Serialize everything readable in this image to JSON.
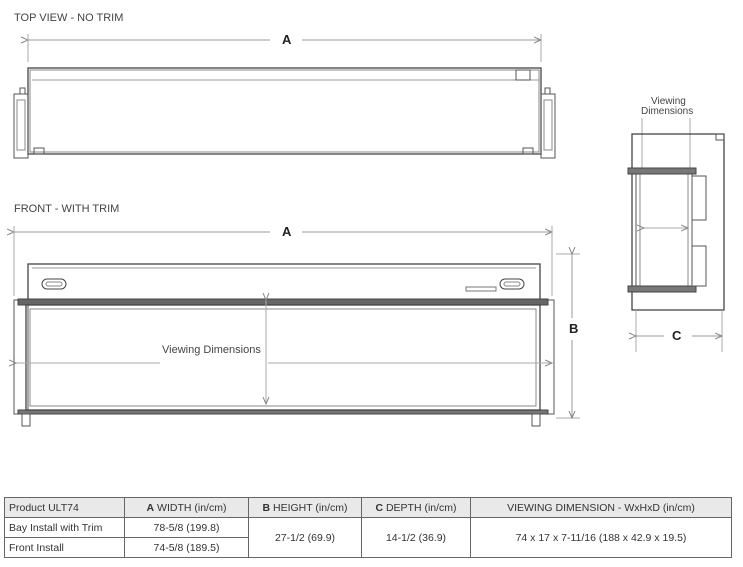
{
  "views": {
    "top_label": "TOP VIEW - NO TRIM",
    "front_label": "FRONT - WITH TRIM",
    "dim_a": "A",
    "dim_b": "B",
    "dim_c": "C",
    "viewing_dimensions": "Viewing Dimensions",
    "side_viewing_line1": "Viewing",
    "side_viewing_line2": "Dimensions"
  },
  "table": {
    "headers": [
      {
        "bold": "",
        "text": "Product ULT74"
      },
      {
        "bold": "A",
        "text": " WIDTH (in/cm)"
      },
      {
        "bold": "B",
        "text": " HEIGHT (in/cm)"
      },
      {
        "bold": "C",
        "text": " DEPTH (in/cm)"
      },
      {
        "bold": "",
        "text": "VIEWING DIMENSION - WxHxD (in/cm)"
      }
    ],
    "rows": [
      {
        "name": "Bay Install with Trim",
        "width": "78-5/8 (199.8)"
      },
      {
        "name": "Front Install",
        "width": "74-5/8 (189.5)"
      }
    ],
    "height": "27-1/2 (69.9)",
    "depth": "14-1/2 (36.9)",
    "viewing": "74 x 17 x 7-11/16 (188 x 42.9 x 19.5)"
  }
}
